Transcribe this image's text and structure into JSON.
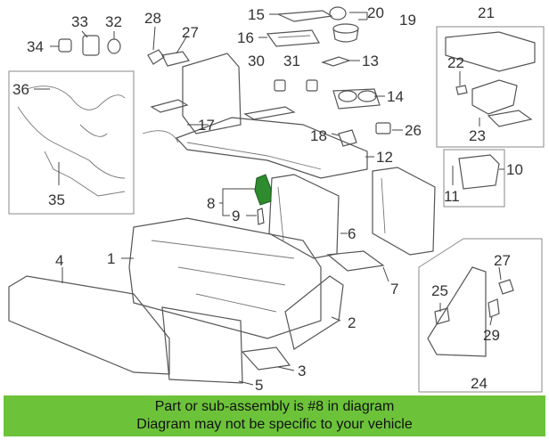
{
  "callouts": [
    "1",
    "2",
    "3",
    "4",
    "5",
    "6",
    "7",
    "8",
    "9",
    "10",
    "11",
    "12",
    "13",
    "14",
    "15",
    "16",
    "17",
    "18",
    "19",
    "20",
    "21",
    "22",
    "23",
    "24",
    "25",
    "26",
    "27",
    "28",
    "29",
    "30",
    "31",
    "32",
    "33",
    "34",
    "35",
    "36"
  ],
  "banner": {
    "line1": "Part or sub-assembly is #8 in diagram",
    "line2": "Diagram may not be specific to your vehicle"
  },
  "colors": {
    "highlight": "#2e8b2e",
    "banner": "#6cc33a"
  }
}
